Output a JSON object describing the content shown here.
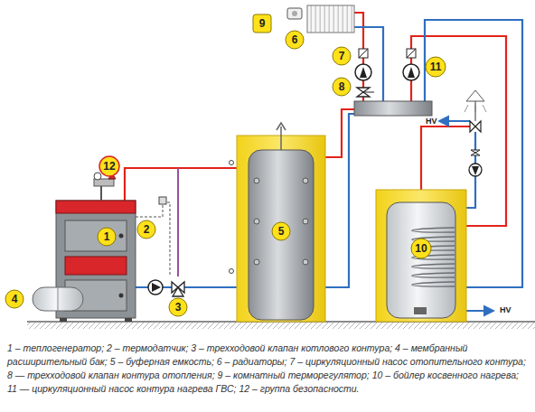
{
  "diagram": {
    "caption": "1 – теплогенератор; 2 – термодатчик; 3 – трехходовой клапан котлового контура; 4 – мембранный расширительный бак; 5 – буферная емкость; 6 – радиаторы; 7 – циркуляционный насос отопительного контура; 8 — трехходовой клапан контура отопления; 9 – комнатный терморегулятор; 10 – бойлер косвенного нагрева; 11 — циркуляционный насос контура нагрева ГВС; 12 – группа безопасности.",
    "labels": [
      "1",
      "2",
      "3",
      "4",
      "5",
      "6",
      "7",
      "8",
      "9",
      "10",
      "11",
      "12",
      "HV",
      "HV"
    ]
  }
}
